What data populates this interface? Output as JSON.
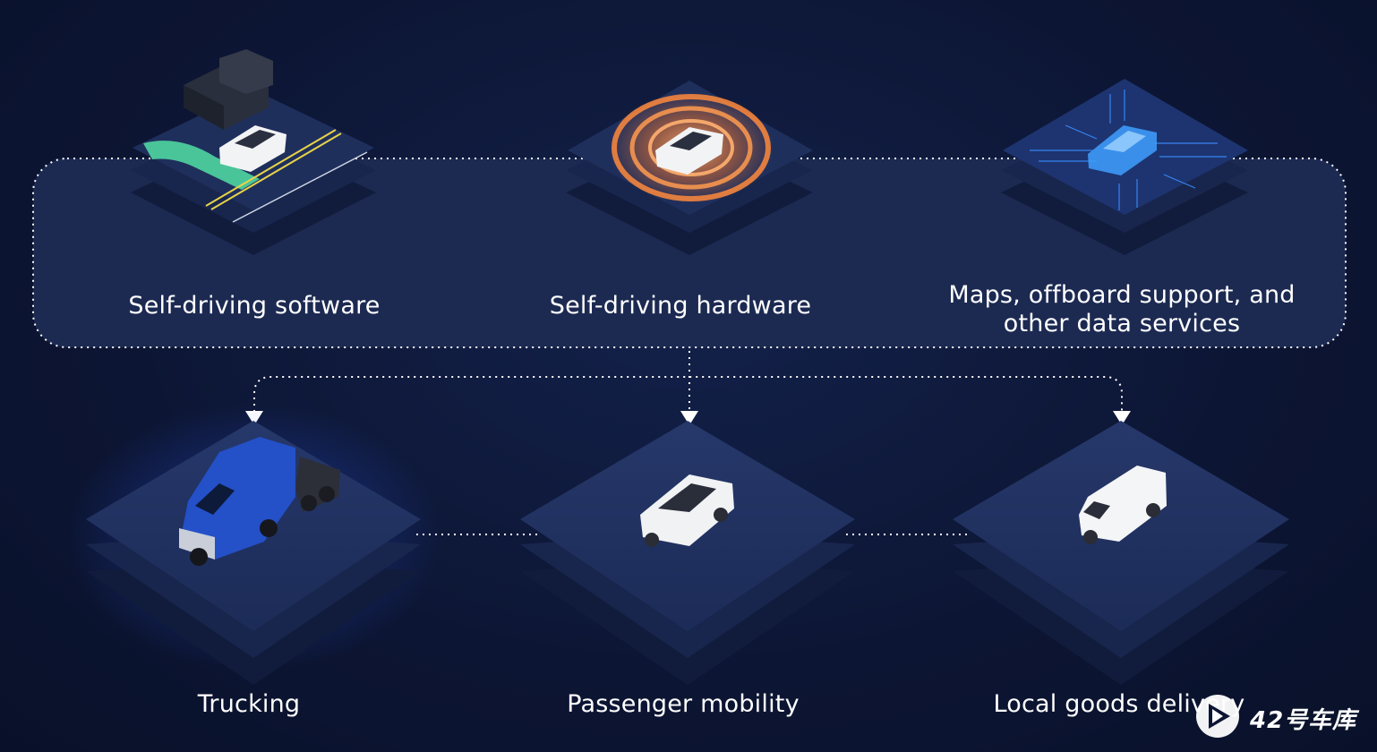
{
  "top_group": {
    "items": [
      {
        "label": "Self-driving software",
        "icon": "map-road-tile-icon"
      },
      {
        "label": "Self-driving hardware",
        "icon": "sensor-radar-tile-icon"
      },
      {
        "label_line1": "Maps, offboard support, and",
        "label_line2": "other data services",
        "icon": "circuit-car-tile-icon"
      }
    ]
  },
  "bottom_group": {
    "items": [
      {
        "label": "Trucking",
        "icon": "truck-icon"
      },
      {
        "label": "Passenger mobility",
        "icon": "minivan-icon"
      },
      {
        "label": "Local goods delivery",
        "icon": "delivery-van-icon"
      }
    ]
  },
  "colors": {
    "background": "#0c1533",
    "panel": "#1c2a52",
    "tile_top": "#223464",
    "tile_side": "#16234a",
    "dotted_line": "#ffffff",
    "truck_glow": "#2f5cff",
    "radar_orange": "#ff8a3c",
    "circuit_blue": "#3a8dff",
    "road_green": "#4fd6a0"
  },
  "watermark": {
    "text": "42号车库"
  }
}
